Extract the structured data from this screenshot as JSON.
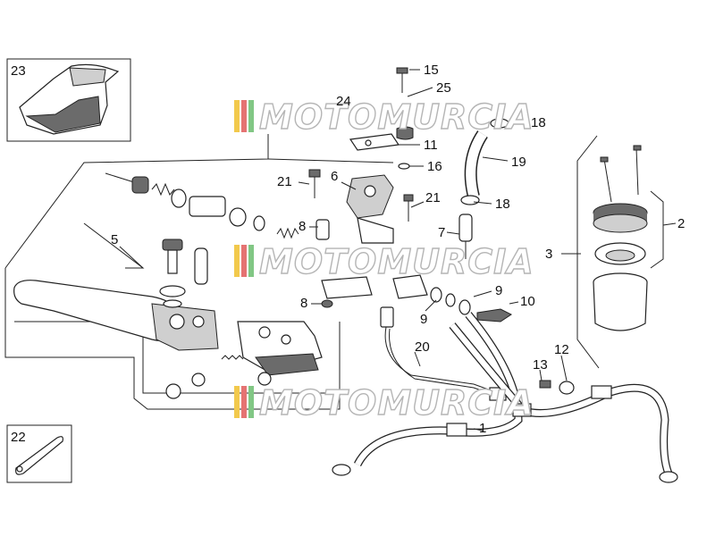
{
  "watermark": {
    "text": "MOTOMURCIA"
  },
  "callouts": {
    "c1": "1",
    "c2": "2",
    "c3": "3",
    "c5": "5",
    "c6": "6",
    "c7": "7",
    "c8a": "8",
    "c8b": "8",
    "c9a": "9",
    "c9b": "9",
    "c10": "10",
    "c11": "11",
    "c12": "12",
    "c13": "13",
    "c15": "15",
    "c16": "16",
    "c18a": "18",
    "c18b": "18",
    "c19": "19",
    "c20": "20",
    "c21a": "21",
    "c21b": "21",
    "c22": "22",
    "c23": "23",
    "c24": "24",
    "c25": "25"
  }
}
